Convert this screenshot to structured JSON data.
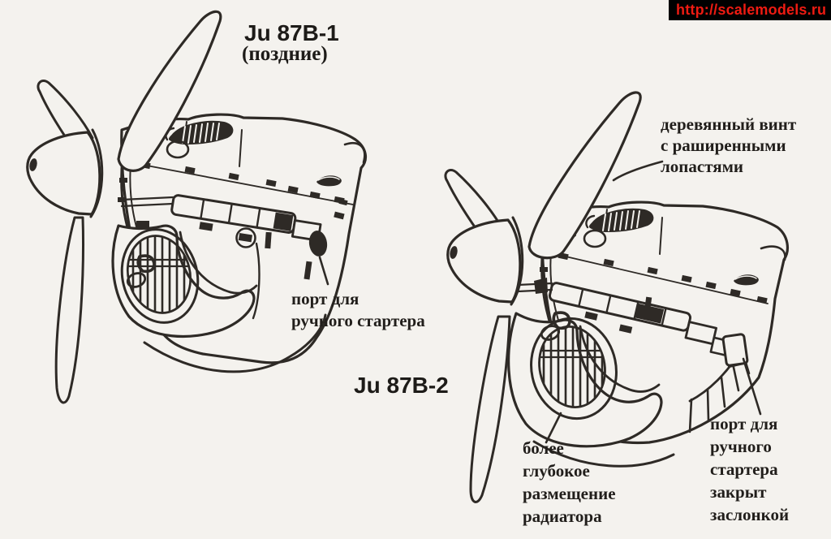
{
  "banner": {
    "url": "http://scalemodels.ru",
    "bg_color": "#000000",
    "text_color": "#ee1b12"
  },
  "titles": {
    "b1_name": "Ju 87B-1",
    "b1_variant": "(поздние)",
    "b2_name": "Ju 87B-2"
  },
  "annotations": {
    "wooden_prop": "деревянный винт\nс раширенными\nлопастями",
    "starter_port_b1": "порт для\nручного стартера",
    "radiator_b2": "более\nглубокое\nразмещение\nрадиатора",
    "starter_port_b2": "порт для\nручного\nстартера\nзакрыт\nзаслонкой"
  },
  "colors": {
    "paper": "#f4f2ee",
    "ink": "#2e2a26"
  }
}
